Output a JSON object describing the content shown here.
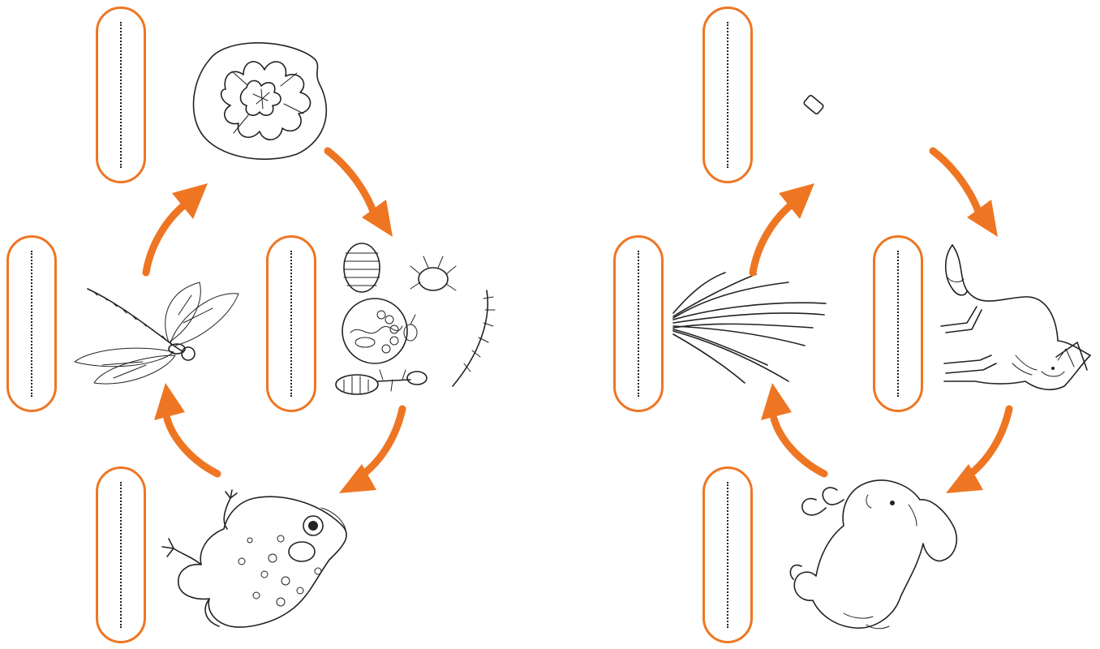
{
  "diagram": {
    "accent_color": "#EE7623",
    "ink_color": "#222222",
    "chains": [
      {
        "id": "pond",
        "nodes": [
          {
            "picture": "water-lily",
            "answer": ""
          },
          {
            "picture": "decomposers",
            "answer": ""
          },
          {
            "picture": "toad",
            "answer": ""
          },
          {
            "picture": "dragonfly",
            "answer": ""
          }
        ],
        "flow": "clockwise"
      },
      {
        "id": "meadow",
        "nodes": [
          {
            "picture": "earthworm",
            "answer": ""
          },
          {
            "picture": "fox",
            "answer": ""
          },
          {
            "picture": "rabbit",
            "answer": ""
          },
          {
            "picture": "grass",
            "answer": ""
          }
        ],
        "flow": "clockwise"
      }
    ]
  }
}
